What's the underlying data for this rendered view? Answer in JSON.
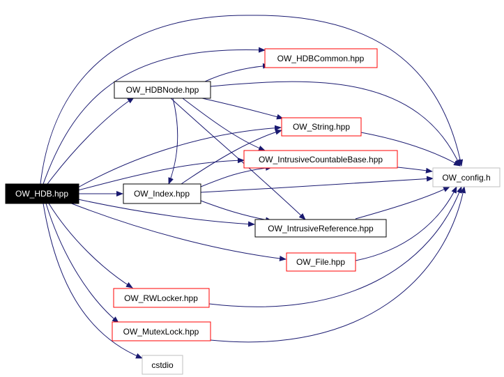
{
  "nodes": {
    "ow_hdb": {
      "label": "OW_HDB.hpp",
      "style": "root"
    },
    "ow_hdbcommon": {
      "label": "OW_HDBCommon.hpp",
      "style": "red"
    },
    "ow_hdbnode": {
      "label": "OW_HDBNode.hpp",
      "style": "black"
    },
    "ow_string": {
      "label": "OW_String.hpp",
      "style": "red"
    },
    "ow_intrusivecountablebase": {
      "label": "OW_IntrusiveCountableBase.hpp",
      "style": "red"
    },
    "ow_config": {
      "label": "OW_config.h",
      "style": "gray"
    },
    "ow_index": {
      "label": "OW_Index.hpp",
      "style": "black"
    },
    "ow_intrusivereference": {
      "label": "OW_IntrusiveReference.hpp",
      "style": "black"
    },
    "ow_file": {
      "label": "OW_File.hpp",
      "style": "red"
    },
    "ow_rwlocker": {
      "label": "OW_RWLocker.hpp",
      "style": "red"
    },
    "ow_mutexlock": {
      "label": "OW_MutexLock.hpp",
      "style": "red"
    },
    "cstdio": {
      "label": "cstdio",
      "style": "gray"
    }
  },
  "colors": {
    "edge": "#191970",
    "root_fill": "#000000",
    "root_text": "#ffffff",
    "red_border": "#ff0000",
    "black_border": "#000000",
    "gray_border": "#bfbfbf",
    "text": "#000000"
  }
}
